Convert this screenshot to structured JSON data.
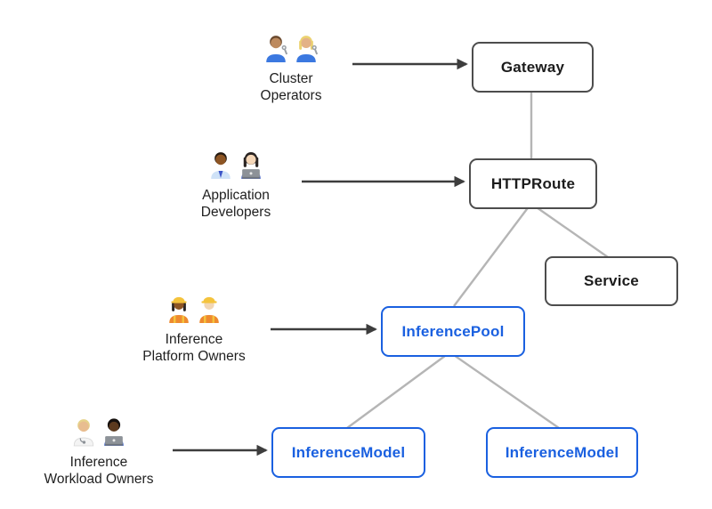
{
  "diagram": {
    "personas": [
      {
        "name": "Cluster Operators",
        "line1": "Cluster",
        "line2": "Operators",
        "emojis": [
          "man-mechanic",
          "woman-mechanic"
        ],
        "points_to": "gateway"
      },
      {
        "name": "Application Developers",
        "line1": "Application",
        "line2": "Developers",
        "emojis": [
          "man-office-worker",
          "woman-technologist"
        ],
        "points_to": "httproute"
      },
      {
        "name": "Inference Platform Owners",
        "line1": "Inference",
        "line2": "Platform Owners",
        "emojis": [
          "woman-construction-worker",
          "man-construction-worker"
        ],
        "points_to": "inferencepool"
      },
      {
        "name": "Inference Workload Owners",
        "line1": "Inference",
        "line2": "Workload Owners",
        "emojis": [
          "health-worker",
          "man-technologist"
        ],
        "points_to": "inferencemodel-left"
      }
    ],
    "nodes": [
      {
        "id": "gateway",
        "label": "Gateway",
        "style": "dark"
      },
      {
        "id": "httproute",
        "label": "HTTPRoute",
        "style": "dark"
      },
      {
        "id": "service",
        "label": "Service",
        "style": "dark"
      },
      {
        "id": "inferencepool",
        "label": "InferencePool",
        "style": "blue"
      },
      {
        "id": "inferencemodel-left",
        "label": "InferenceModel",
        "style": "blue"
      },
      {
        "id": "inferencemodel-right",
        "label": "InferenceModel",
        "style": "blue"
      }
    ],
    "edges": [
      {
        "from": "gateway",
        "to": "httproute"
      },
      {
        "from": "httproute",
        "to": "inferencepool"
      },
      {
        "from": "httproute",
        "to": "service"
      },
      {
        "from": "inferencepool",
        "to": "inferencemodel-left"
      },
      {
        "from": "inferencepool",
        "to": "inferencemodel-right"
      }
    ],
    "colors": {
      "node_border_dark": "#4d4d4d",
      "node_text_dark": "#1c1c1c",
      "accent_blue": "#1a60e0",
      "connector_gray": "#b5b5b5",
      "arrow_dark": "#3d3d3d",
      "background": "#ffffff"
    }
  }
}
